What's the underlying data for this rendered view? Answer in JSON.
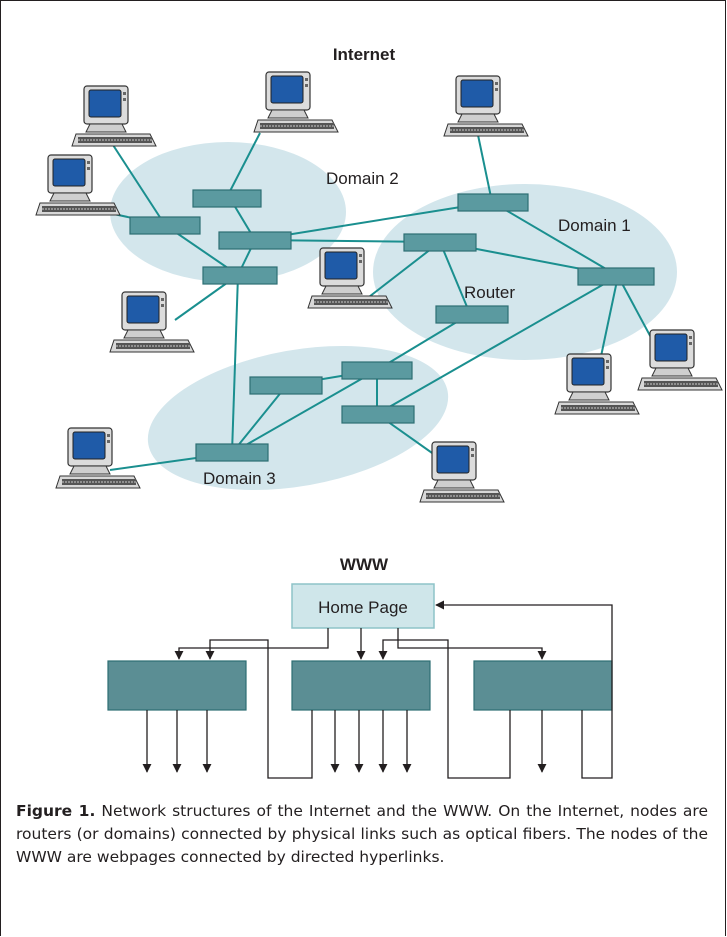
{
  "internet": {
    "title": "Internet",
    "domain1_label": "Domain 1",
    "domain2_label": "Domain 2",
    "domain3_label": "Domain 3",
    "router_label": "Router"
  },
  "www": {
    "title": "WWW",
    "home_page_label": "Home Page"
  },
  "caption": {
    "figure_label": "Figure 1.",
    "text": "Network structures of the Internet and the WWW. On the Internet, nodes are routers (or domains) connected by physical links such as optical fibers. The nodes of the WWW are webpages connected by directed hyperlinks."
  },
  "colors": {
    "domain_fill": "#d3e6ec",
    "router_fill": "#5b9aa0",
    "link": "#1a8f8f",
    "page_fill": "#5b8e94",
    "home_fill": "#cfe6ea",
    "monitor_screen": "#1f5ba8"
  }
}
